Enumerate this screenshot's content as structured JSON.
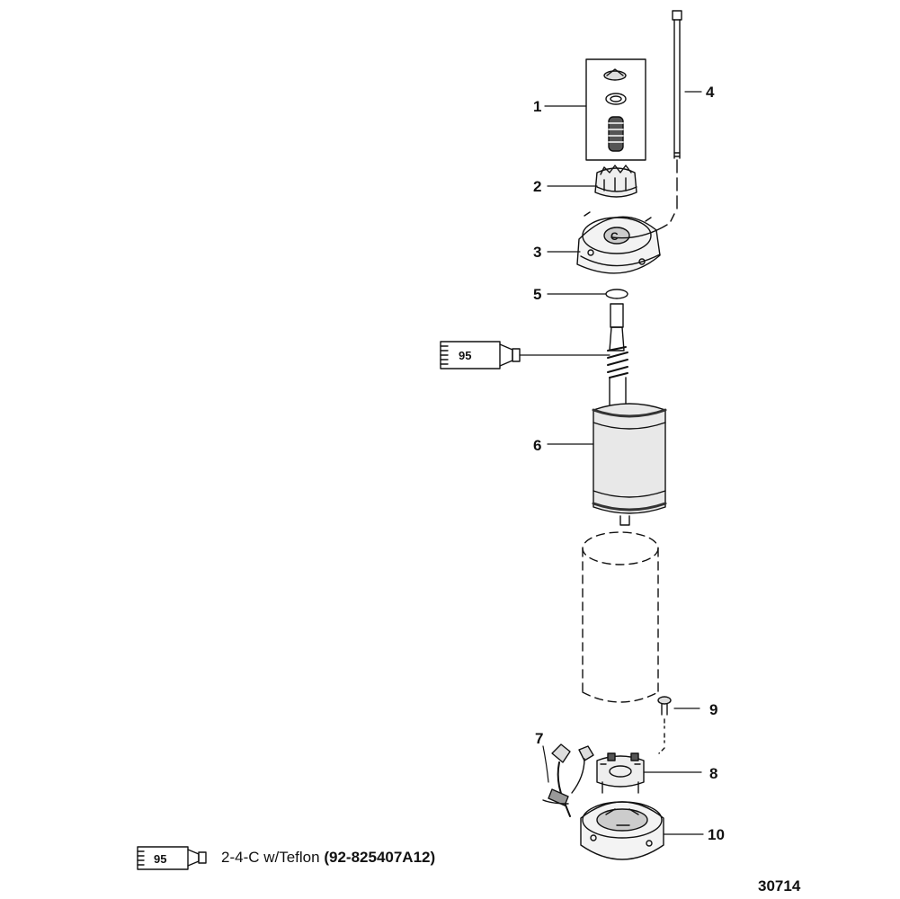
{
  "callouts": {
    "c1": "1",
    "c2": "2",
    "c3": "3",
    "c4": "4",
    "c5": "5",
    "c6": "6",
    "c7": "7",
    "c8": "8",
    "c9": "9",
    "c10": "10"
  },
  "tube_number": "95",
  "legend": {
    "tube_number": "95",
    "description": "2-4-C w/Teflon",
    "part_number": "(92-825407A12)"
  },
  "drawing_number": "30714",
  "colors": {
    "ink": "#111111",
    "paper": "#ffffff"
  }
}
